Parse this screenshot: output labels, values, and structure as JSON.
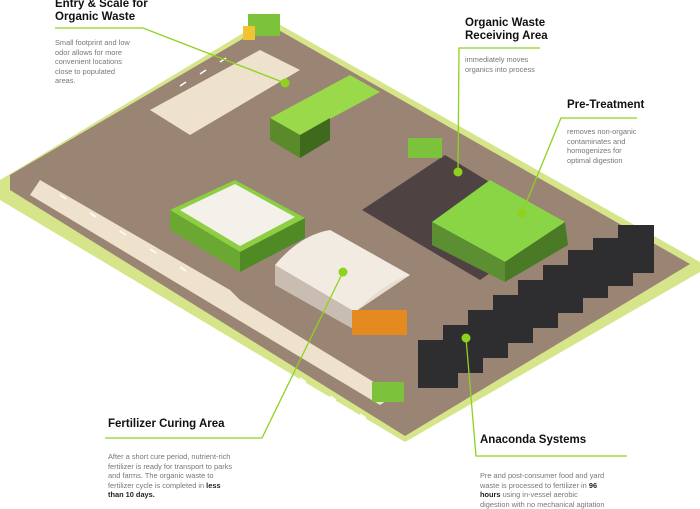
{
  "colors": {
    "accent": "#8fd21e",
    "pavement": "#9a8474",
    "dark_pad": "#4e4242",
    "building_green": "#7ec83a",
    "reactor": "#2e2e30"
  },
  "callouts": {
    "entry": {
      "title_line1": "Entry & Scale for",
      "title_line2": "Organic Waste",
      "text": "Small footprint and low odor allows for more convenient locations close to populated areas."
    },
    "receiving": {
      "title_line1": "Organic Waste",
      "title_line2": "Receiving Area",
      "text": "immediately moves organics into process"
    },
    "pretreatment": {
      "title": "Pre-Treatment",
      "text": "removes non-organic contaminates and homogenizes for optimal digestion"
    },
    "curing": {
      "title": "Fertilizer Curing Area",
      "text_before": "After a short cure period, nutrient-rich fertilizer is ready for transport to parks and farms. The organic waste to fertilizer cycle is completed in ",
      "text_bold": "less than 10 days."
    },
    "anaconda": {
      "title": "Anaconda Systems",
      "text_before": "Pre and post-consumer food and yard waste is processed to fertilizer in ",
      "text_bold": "96 hours",
      "text_after": " using in-vessel aerobic digestion with no mechanical agitation"
    }
  }
}
